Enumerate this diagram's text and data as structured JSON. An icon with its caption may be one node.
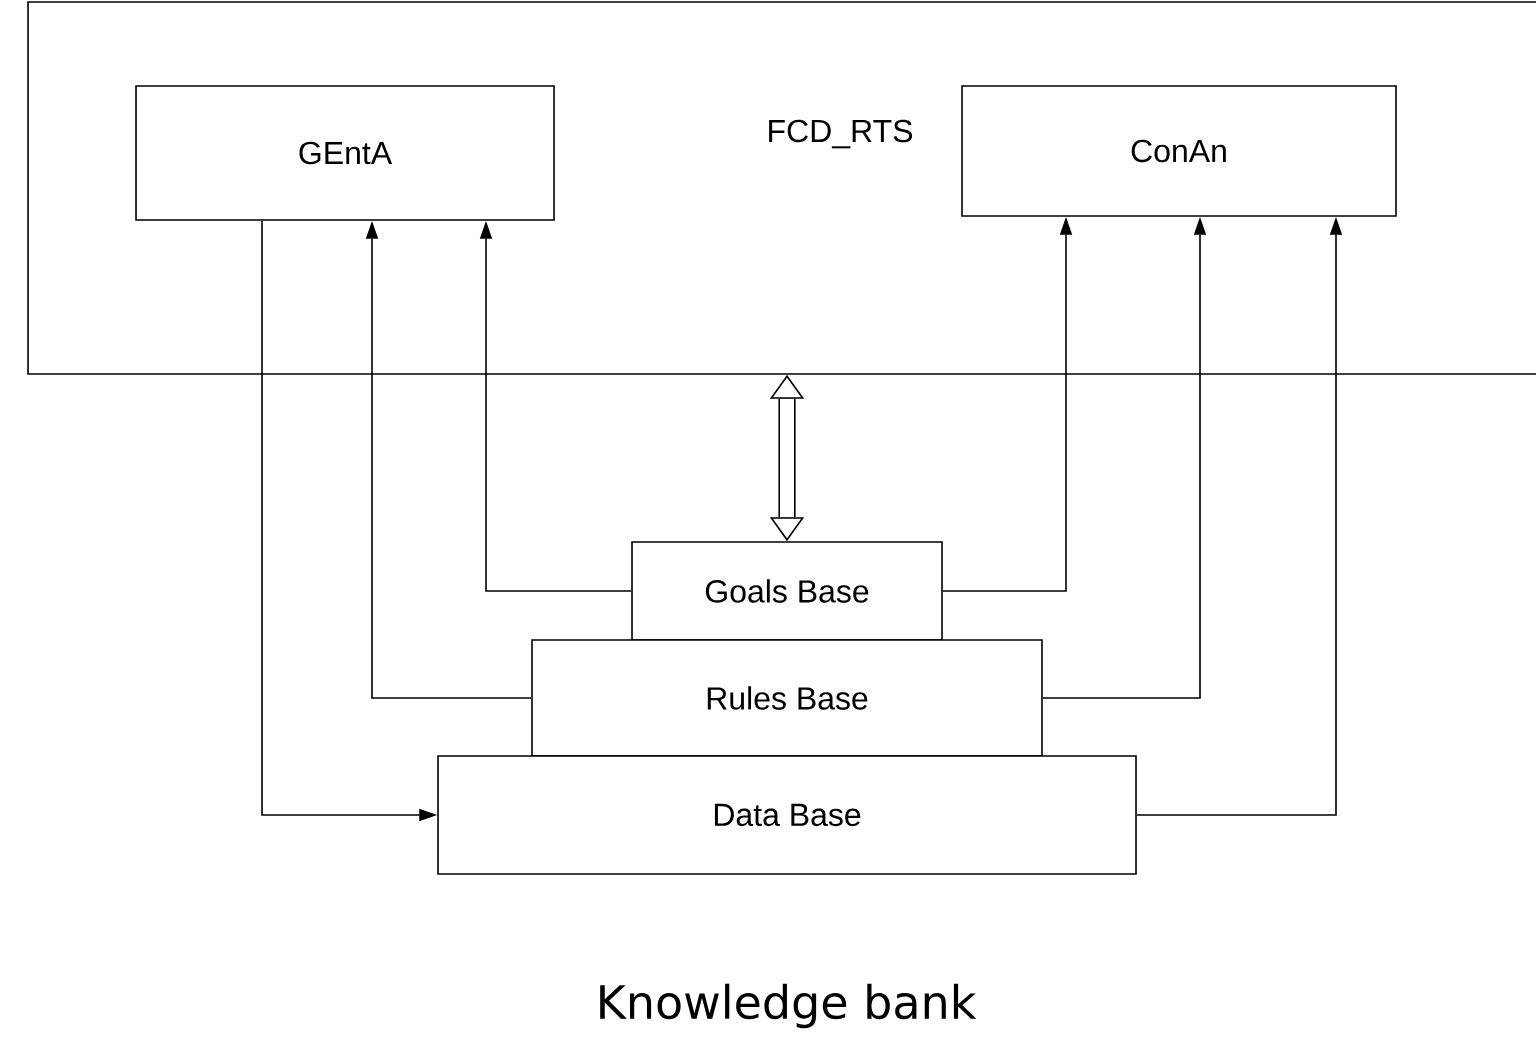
{
  "diagram": {
    "caption": "Knowledge bank",
    "nodes": [
      {
        "text": [
          "FCD_RTS"
        ]
      },
      {
        "text": [
          "GEntA"
        ],
        "in": 0
      },
      {
        "text": [
          "ConAn"
        ],
        "in": 0
      },
      {
        "text": [
          "Goals Base"
        ]
      },
      {
        "text": [
          "Rules Base"
        ]
      },
      {
        "text": [
          "Data Base"
        ]
      }
    ],
    "edges": [
      {
        "from": 0,
        "to": 3,
        "arrow": "both",
        "style": "thick"
      },
      {
        "from": 3,
        "to": 1,
        "arrow": "to"
      },
      {
        "from": 4,
        "to": 1,
        "arrow": "to"
      },
      {
        "from": 1,
        "to": 5,
        "arrow": "to"
      },
      {
        "from": 3,
        "to": 2,
        "arrow": "to"
      },
      {
        "from": 4,
        "to": 2,
        "arrow": "to"
      },
      {
        "from": 5,
        "to": 2,
        "arrow": "to"
      }
    ]
  }
}
